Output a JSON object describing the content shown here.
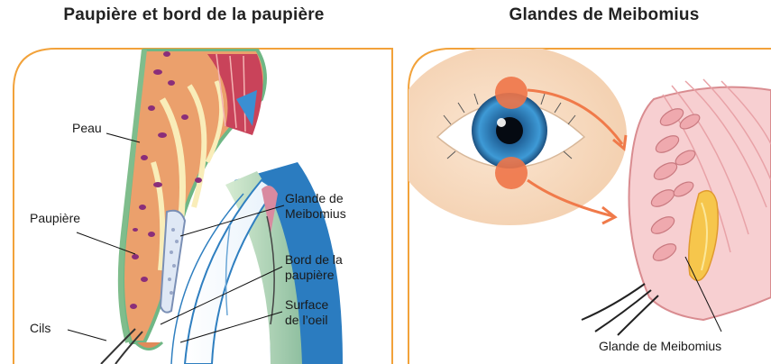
{
  "panels": {
    "left": {
      "title": "Paupière et bord de la paupière",
      "labels": {
        "skin": "Peau",
        "eyelid": "Paupière",
        "lashes": "Cils",
        "meibomian_1": "Glande de",
        "meibomian_2": "Meibomius",
        "lid_margin_1": "Bord de la",
        "lid_margin_2": "paupière",
        "surface_1": "Surface",
        "surface_2": "de l’oeil"
      }
    },
    "right": {
      "title": "Glandes de Meibomius",
      "labels": {
        "gland": "Glande de Meibomius"
      }
    }
  },
  "colors": {
    "frame": "#f2a23a",
    "skin_green": "#8fc79a",
    "eyelid_orange": "#e8a06e",
    "gland_pink": "#f4c6c6",
    "arrow_orange": "#f07a4a",
    "iris_blue": "#2f7fc0"
  }
}
